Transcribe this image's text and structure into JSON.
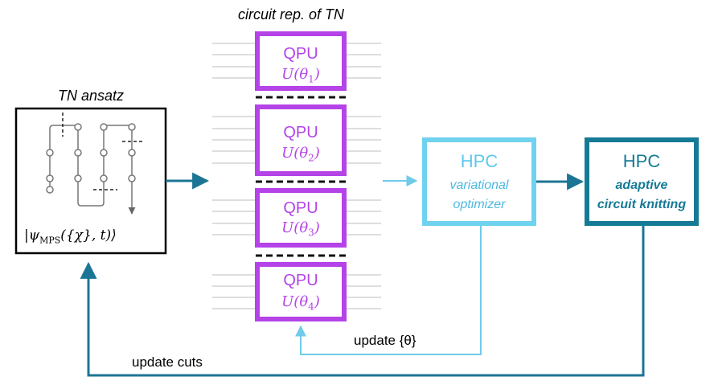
{
  "title": "circuit rep. of TN",
  "tn_ansatz": {
    "label": "TN ansatz",
    "state": "|ψ",
    "state_sub": "MPS",
    "state_args": "({χ}, t)⟩"
  },
  "qpus": [
    {
      "label": "QPU",
      "unitary": "U(θ",
      "index": "1",
      "close": ")"
    },
    {
      "label": "QPU",
      "unitary": "U(θ",
      "index": "2",
      "close": ")"
    },
    {
      "label": "QPU",
      "unitary": "U(θ",
      "index": "3",
      "close": ")"
    },
    {
      "label": "QPU",
      "unitary": "U(θ",
      "index": "4",
      "close": ")"
    }
  ],
  "hpc_optimizer": {
    "title": "HPC",
    "subtitle": "variational optimizer"
  },
  "hpc_knitting": {
    "title": "HPC",
    "subtitle": "adaptive circuit knitting"
  },
  "feedback": {
    "update_theta": "update {θ}",
    "update_cuts": "update cuts"
  },
  "colors": {
    "qpu": "#b443e8",
    "hpc_light": "#6fd2ee",
    "hpc_dark": "#157a96",
    "arrow_light": "#6fcbea",
    "arrow_dark": "#1c7594",
    "wire": "#bdbdbd"
  }
}
